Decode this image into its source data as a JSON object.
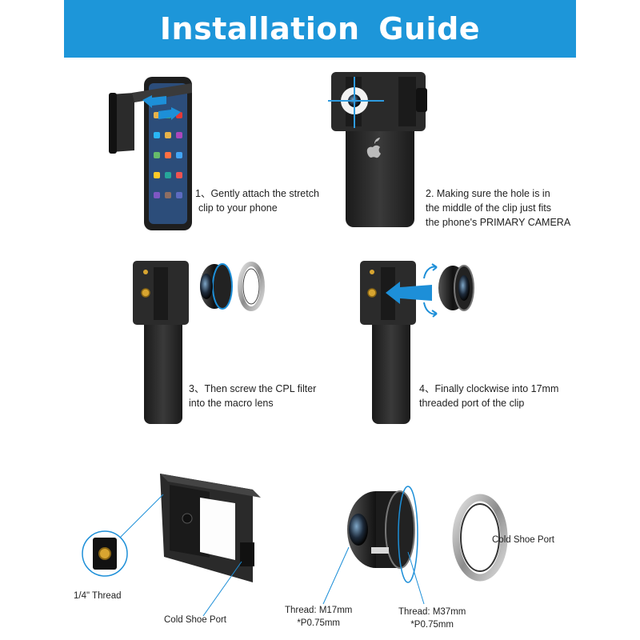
{
  "title": "Installation  Guide",
  "steps": [
    {
      "line1": "1、Gently attach the stretch",
      "line2": "clip to your phone"
    },
    {
      "line1": "2. Making sure the hole is in",
      "line2": "the middle of the clip just fits",
      "line3": "the phone's PRIMARY CAMERA"
    },
    {
      "line1": "3、Then screw the CPL filter",
      "line2": "into the macro lens"
    },
    {
      "line1": "4、Finally clockwise into 17mm",
      "line2": "threaded port of the clip"
    }
  ],
  "parts": {
    "thread_quarter": "1/4\" Thread",
    "cold_shoe_clip": "Cold Shoe Port",
    "cold_shoe_filter": "Cold Shoe Port",
    "thread_m17_a": "Thread: M17mm",
    "thread_m17_b": "*P0.75mm",
    "thread_m37_a": "Thread: M37mm",
    "thread_m37_b": "*P0.75mm"
  },
  "colors": {
    "banner": "#1d96d9",
    "arrow": "#1d8fd8",
    "body": "#2a2a2a",
    "brass": "#d8a530"
  }
}
